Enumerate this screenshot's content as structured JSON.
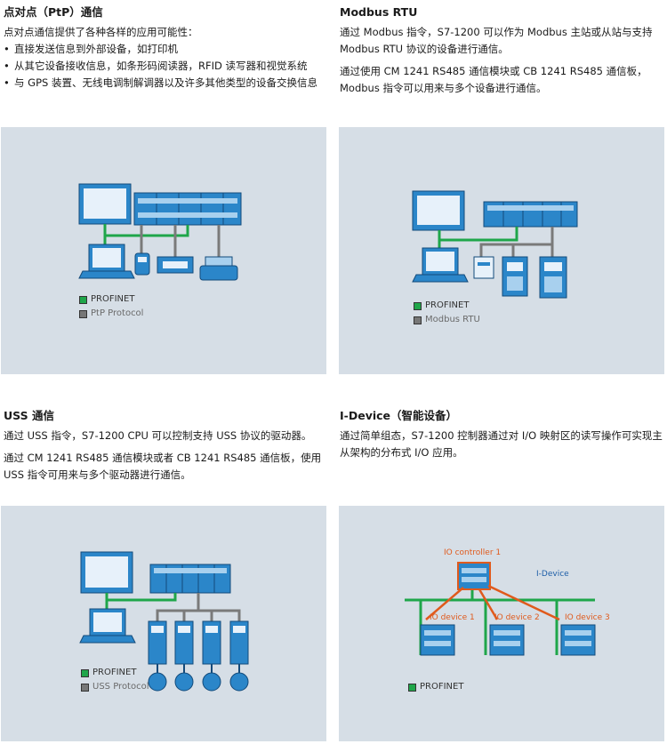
{
  "sections": [
    {
      "title": "点对点（PtP）通信",
      "paragraphs": [
        "点对点通信提供了各种各样的应用可能性："
      ],
      "bullets": [
        "直接发送信息到外部设备，如打印机",
        "从其它设备接收信息，如条形码阅读器，RFID 读写器和视觉系统",
        "与 GPS 装置、无线电调制解调器以及许多其他类型的设备交换信息"
      ],
      "legend": [
        "PROFINET",
        "PtP Protocol"
      ]
    },
    {
      "title": "Modbus RTU",
      "paragraphs": [
        "通过 Modbus 指令，S7-1200 可以作为 Modbus 主站或从站与支持 Modbus RTU 协议的设备进行通信。",
        "通过使用 CM 1241 RS485 通信模块或 CB 1241 RS485 通信板，Modbus 指令可以用来与多个设备进行通信。"
      ],
      "legend": [
        "PROFINET",
        "Modbus RTU"
      ]
    },
    {
      "title": "USS 通信",
      "paragraphs": [
        "通过 USS 指令，S7-1200 CPU 可以控制支持 USS 协议的驱动器。",
        "通过 CM 1241 RS485 通信模块或者 CB 1241 RS485 通信板，使用 USS 指令可用来与多个驱动器进行通信。"
      ],
      "legend": [
        "PROFINET",
        "USS Protocol"
      ]
    },
    {
      "title": "I-Device（智能设备）",
      "paragraphs": [
        "通过简单组态，S7-1200 控制器通过对 I/O 映射区的读写操作可实现主从架构的分布式 I/O 应用。"
      ],
      "legend": [
        "PROFINET"
      ],
      "diagram_labels": {
        "controller": "IO controller 1",
        "idevice": "I-Device",
        "devices": [
          "IO device 1",
          "IO device 2",
          "IO device 3"
        ]
      }
    }
  ],
  "colors": {
    "profinet": "#1fa64a",
    "serial": "#7a7a7a",
    "device": "#2b86c9",
    "panel": "#d6dee6",
    "iodevice": "#e05a1c"
  }
}
